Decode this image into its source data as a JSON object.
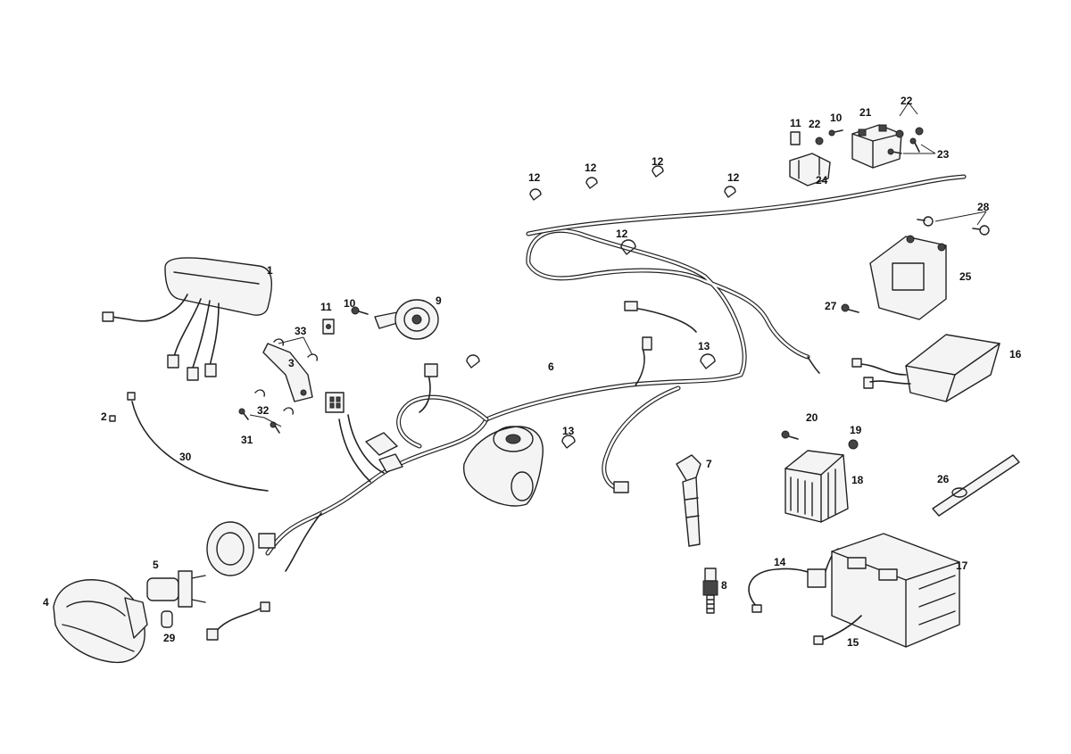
{
  "labels": {
    "p1": "1",
    "p2": "2",
    "p3": "3",
    "p4": "4",
    "p5": "5",
    "p6": "6",
    "p7": "7",
    "p8": "8",
    "p9": "9",
    "p10a": "10",
    "p10b": "10",
    "p11a": "11",
    "p11b": "11",
    "p12a": "12",
    "p12b": "12",
    "p12c": "12",
    "p12d": "12",
    "p12e": "12",
    "p13a": "13",
    "p13b": "13",
    "p14": "14",
    "p15": "15",
    "p16": "16",
    "p17": "17",
    "p18": "18",
    "p19": "19",
    "p20": "20",
    "p21": "21",
    "p22a": "22",
    "p22b": "22",
    "p23": "23",
    "p24": "24",
    "p25": "25",
    "p26": "26",
    "p27": "27",
    "p28": "28",
    "p29": "29",
    "p30": "30",
    "p31": "31",
    "p32": "32",
    "p33": "33"
  }
}
